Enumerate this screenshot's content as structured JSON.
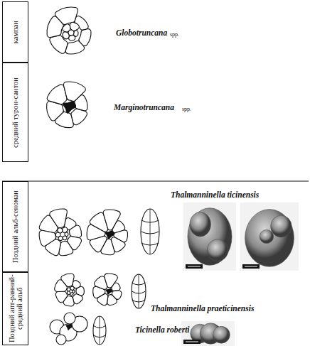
{
  "diagram": {
    "nodes": [
      {
        "text": [
          "кампан"
        ]
      },
      {
        "text": [
          "средний турон-сантон"
        ]
      },
      {
        "text": [
          "Поздний альб-сеноман"
        ]
      },
      {
        "text": [
          "Поздний апт-ранний-средний альб"
        ]
      }
    ],
    "labels": [
      "Globotruncana",
      "spp.",
      "Marginotruncana",
      "spp.",
      "Thalmanninella ticinensis",
      "Thalmanninella praeticinensis",
      "Ticinella roberti"
    ]
  }
}
